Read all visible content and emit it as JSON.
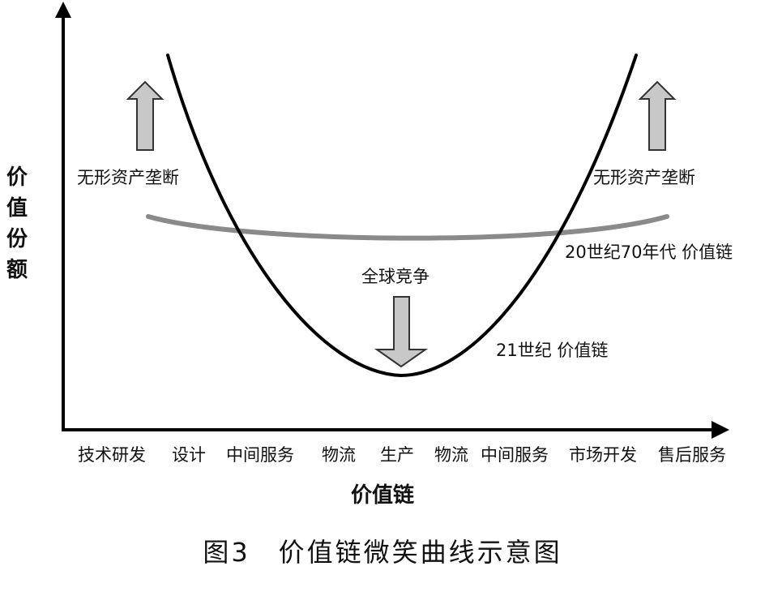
{
  "axis": {
    "y_label": "价值份额",
    "x_label": "价值链"
  },
  "categories": [
    "技术研发",
    "设计",
    "中间服务",
    "物流",
    "生产",
    "物流",
    "中间服务",
    "市场开发",
    "售后服务"
  ],
  "annotations": {
    "left_monopoly": "无形资产垄断",
    "right_monopoly": "无形资产垄断",
    "competition": "全球竞争",
    "curve_1970s": "20世纪70年代 价值链",
    "curve_21c": "21世纪 价值链"
  },
  "caption": "图3　价值链微笑曲线示意图",
  "colors": {
    "curve_21c": "#000000",
    "curve_1970s": "#8a8a8a",
    "arrow_fill": "#c8c8c8",
    "arrow_stroke": "#333333"
  }
}
